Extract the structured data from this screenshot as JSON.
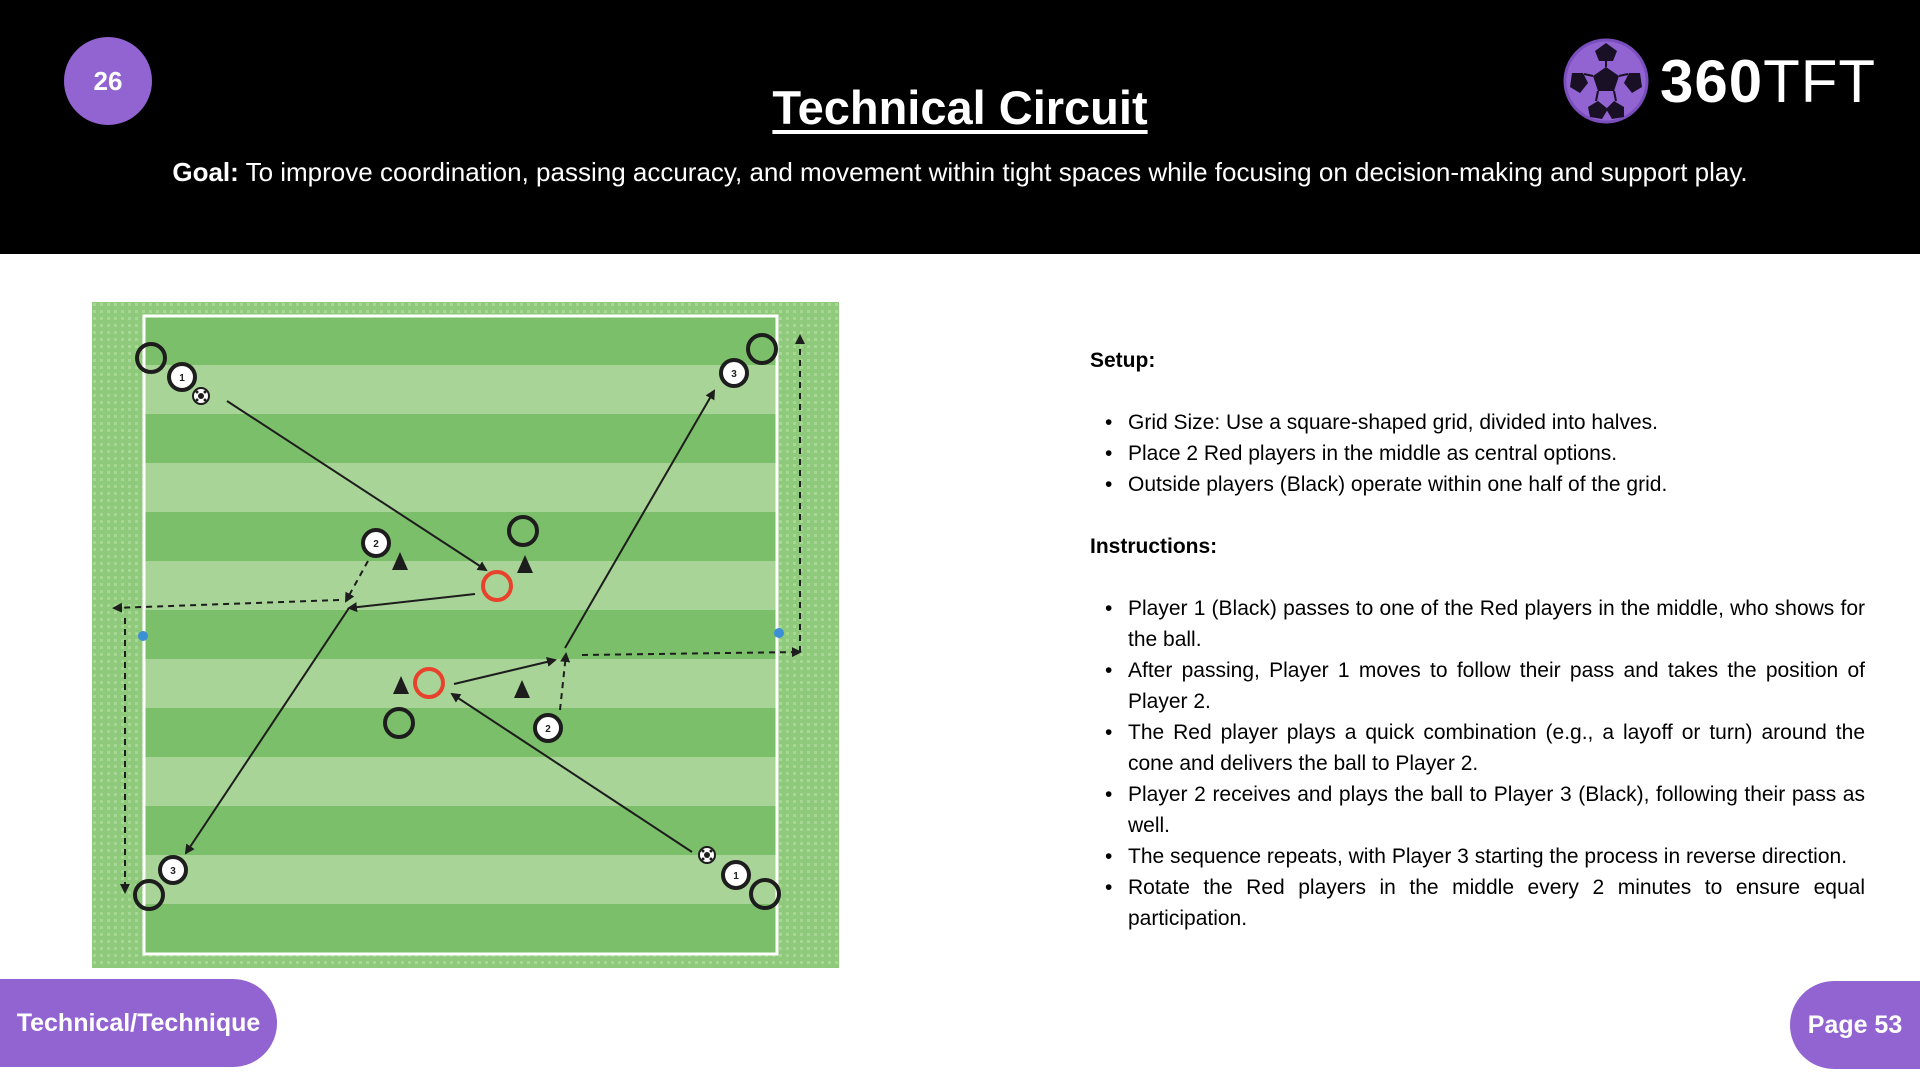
{
  "header": {
    "number": "26",
    "title": "Technical Circuit",
    "goal_label": "Goal:",
    "goal_text": " To improve coordination, passing accuracy, and movement within tight spaces while focusing on decision-making and support play."
  },
  "logo": {
    "bold": "360",
    "light": "TFT"
  },
  "diagram": {
    "player_numbers": [
      "1",
      "2",
      "3"
    ],
    "colors": {
      "grass_dark": "#7cbf6a",
      "grass_light": "#a8d597",
      "outer": "#8fc97c",
      "red": "#e8412c",
      "black": "#1d1d1d",
      "blue": "#3b8fd6"
    }
  },
  "setup": {
    "heading": "Setup:",
    "items": [
      "Grid Size: Use a square-shaped grid, divided into halves.",
      "Place 2 Red players in the middle as central options.",
      "Outside players (Black) operate within one half of the grid."
    ]
  },
  "instructions": {
    "heading": "Instructions:",
    "items": [
      "Player 1 (Black) passes to one of the Red players in the middle, who shows for the ball.",
      "After passing, Player 1 moves to follow their pass and takes the position of Player 2.",
      "The Red player plays a quick combination (e.g., a layoff or turn) around the cone and delivers the ball to Player 2.",
      "Player 2 receives and plays the ball to Player 3 (Black), following their pass as well.",
      "The sequence repeats, with Player 3 starting the process in reverse direction.",
      "Rotate the Red players in the middle every 2 minutes to ensure equal participation."
    ]
  },
  "footer": {
    "category": "Technical/Technique",
    "page": "Page 53"
  },
  "brand_color": "#9164d2"
}
